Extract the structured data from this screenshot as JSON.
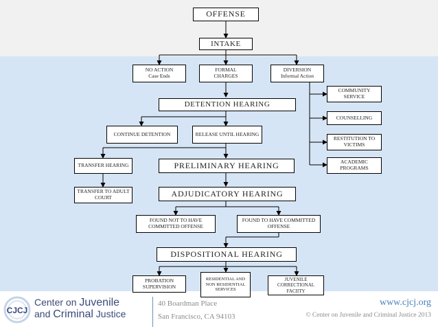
{
  "diagram": {
    "offense": "OFFENSE",
    "intake": "INTAKE",
    "no_action": {
      "line1": "NO ACTION",
      "line2": "Case Ends"
    },
    "formal_charges": {
      "line1": "FORMAL",
      "line2": "CHARGES"
    },
    "diversion": {
      "line1": "DIVERSION",
      "line2": "Informal Action"
    },
    "community_service": "COMMUNITY SERVICE",
    "counselling": "COUNSELLING",
    "restitution": "RESTITUTION TO VICTIMS",
    "academic": "ACADEMIC PROGRAMS",
    "detention_hearing": "DETENTION HEARING",
    "continue_detention": "CONTINUE DETENTION",
    "release_until_hearing": "RELEASE UNTIL HEARING",
    "transfer_hearing": "TRANSFER HEARING",
    "preliminary_hearing": "PRELIMINARY HEARING",
    "transfer_adult": "TRANSFER TO ADULT COURT",
    "adjudicatory_hearing": "ADJUDICATORY HEARING",
    "found_not": "FOUND NOT TO HAVE COMMITTED OFFENSE",
    "found_to": "FOUND TO HAVE COMMITTED OFFENSE",
    "dispositional_hearing": "DISPOSITIONAL HEARING",
    "probation": "PROBATION SUPERVISION",
    "residential": "RESIDENTIAL AND NON RESIDENTIAL SERVICES",
    "juvenile_facility": "JUVENILE CORRECTIONAL FACIITY"
  },
  "footer": {
    "logo_mark": "CJCJ",
    "org_line1_a": "Center on ",
    "org_line1_b": "Juvenile",
    "org_line2_a": "and ",
    "org_line2_b": "Criminal",
    "org_line2_c": " Justice",
    "address1": "40 Boardman Place",
    "address2": "San Francisco, CA 94103",
    "website": "www.cjcj.org",
    "copyright": "© Center on Juvenile and Criminal Justice 2013"
  },
  "colors": {
    "band_top": "#f1f1f1",
    "band_main": "#d6e5f5",
    "logo_blue": "#3a4a7a",
    "link_blue": "#4a7dbd"
  }
}
